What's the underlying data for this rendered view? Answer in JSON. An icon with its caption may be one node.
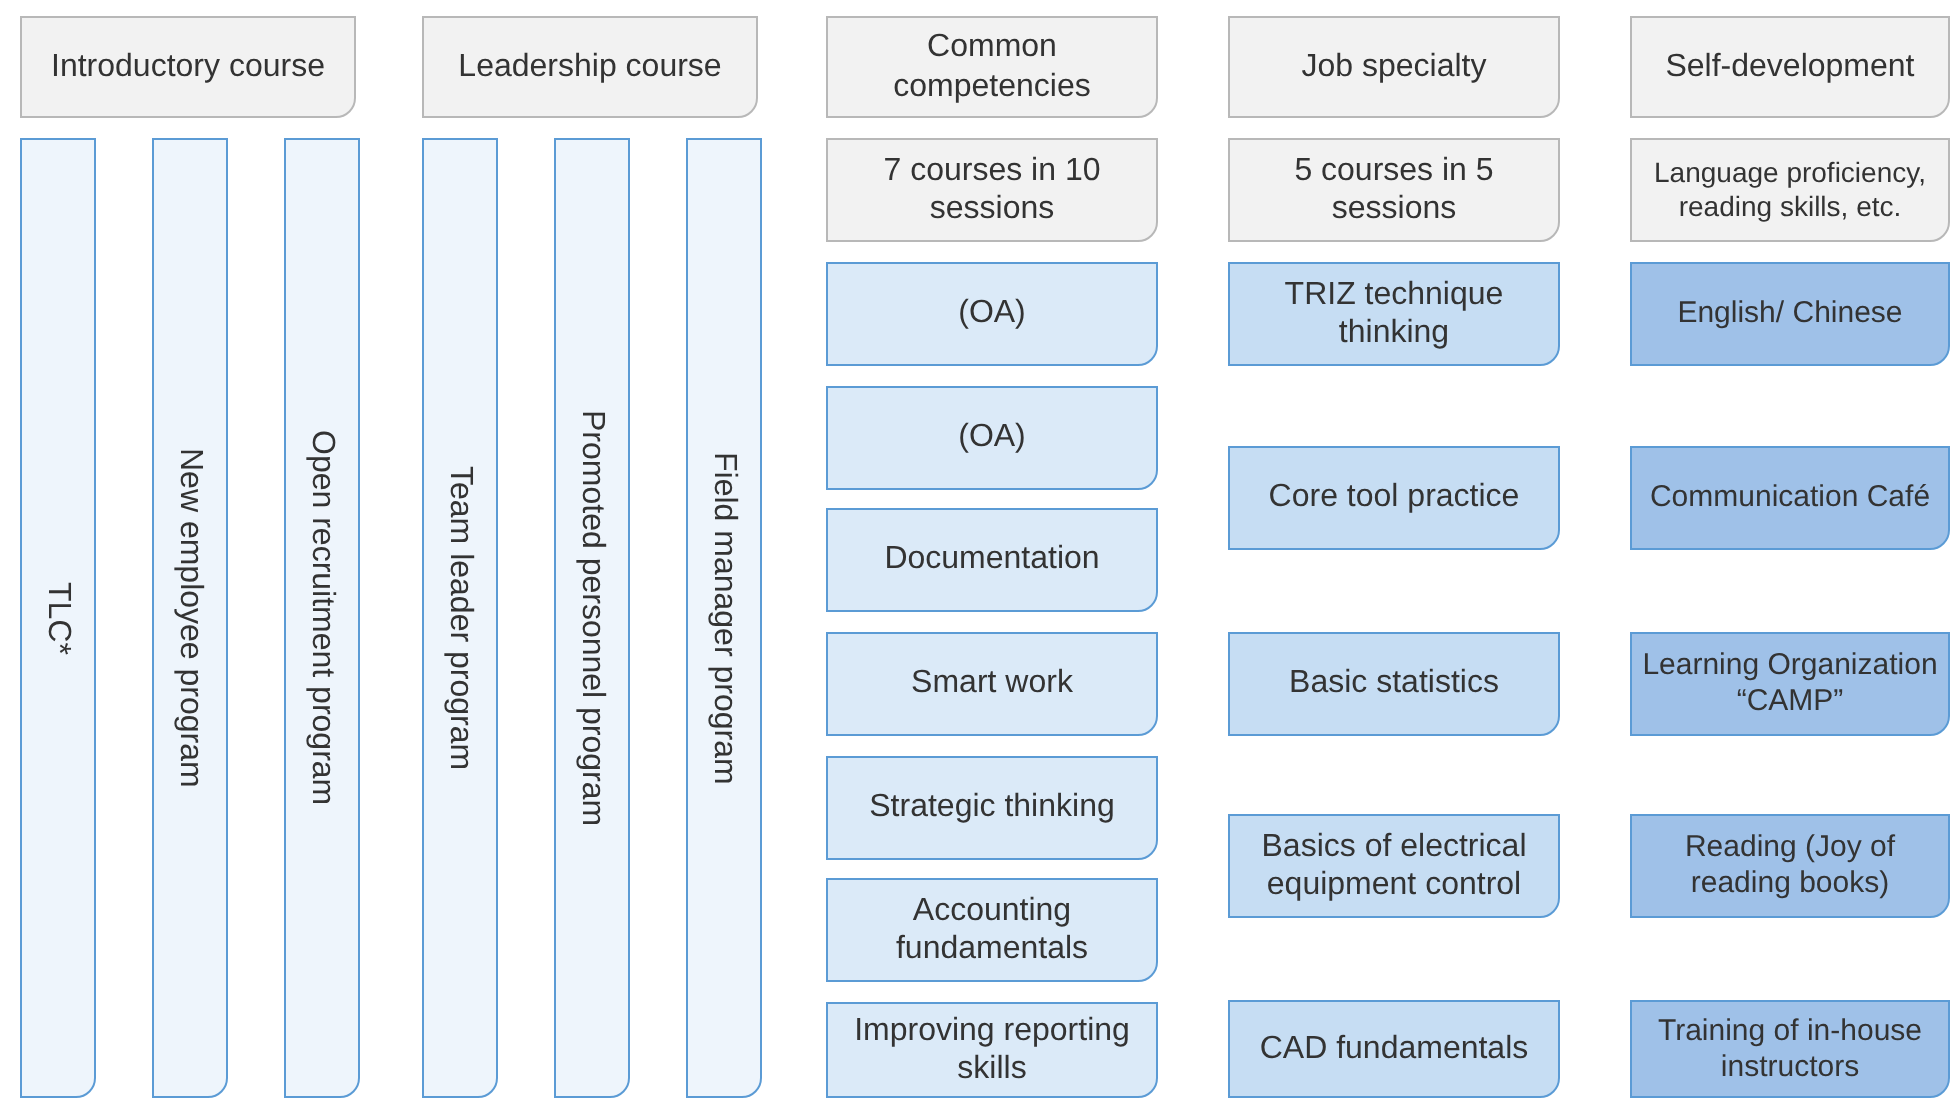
{
  "diagram": {
    "nodes": [
      {
        "text": [
          "Introductory course"
        ]
      },
      {
        "text": [
          "TLC*"
        ]
      },
      {
        "text": [
          "New employee program"
        ]
      },
      {
        "text": [
          "Open recruitment program"
        ]
      },
      {
        "text": [
          "Leadership course"
        ]
      },
      {
        "text": [
          "Team leader program"
        ]
      },
      {
        "text": [
          "Promoted personnel program"
        ]
      },
      {
        "text": [
          "Field manager program"
        ]
      },
      {
        "text": [
          "Common competencies"
        ]
      },
      {
        "text": [
          "7 courses in 10 sessions"
        ]
      },
      {
        "text": [
          "(OA)"
        ]
      },
      {
        "text": [
          "(OA)"
        ]
      },
      {
        "text": [
          "Documentation"
        ]
      },
      {
        "text": [
          "Smart work"
        ]
      },
      {
        "text": [
          "Strategic thinking"
        ]
      },
      {
        "text": [
          "Accounting fundamentals"
        ]
      },
      {
        "text": [
          "Improving reporting skills"
        ]
      },
      {
        "text": [
          "Job specialty"
        ]
      },
      {
        "text": [
          "5 courses in 5 sessions"
        ]
      },
      {
        "text": [
          "TRIZ technique thinking"
        ]
      },
      {
        "text": [
          "Core tool practice"
        ]
      },
      {
        "text": [
          "Basic statistics"
        ]
      },
      {
        "text": [
          "Basics of electrical equipment control"
        ]
      },
      {
        "text": [
          "CAD fundamentals"
        ]
      },
      {
        "text": [
          "Self-development"
        ]
      },
      {
        "text": [
          "Language proficiency, reading skills, etc."
        ]
      },
      {
        "text": [
          "English/ Chinese"
        ]
      },
      {
        "text": [
          "Communication Café"
        ]
      },
      {
        "text": [
          "Learning Organization “CAMP”"
        ]
      },
      {
        "text": [
          "Reading (Joy of reading books)"
        ]
      },
      {
        "text": [
          "Training of in-house instructors"
        ]
      }
    ]
  }
}
